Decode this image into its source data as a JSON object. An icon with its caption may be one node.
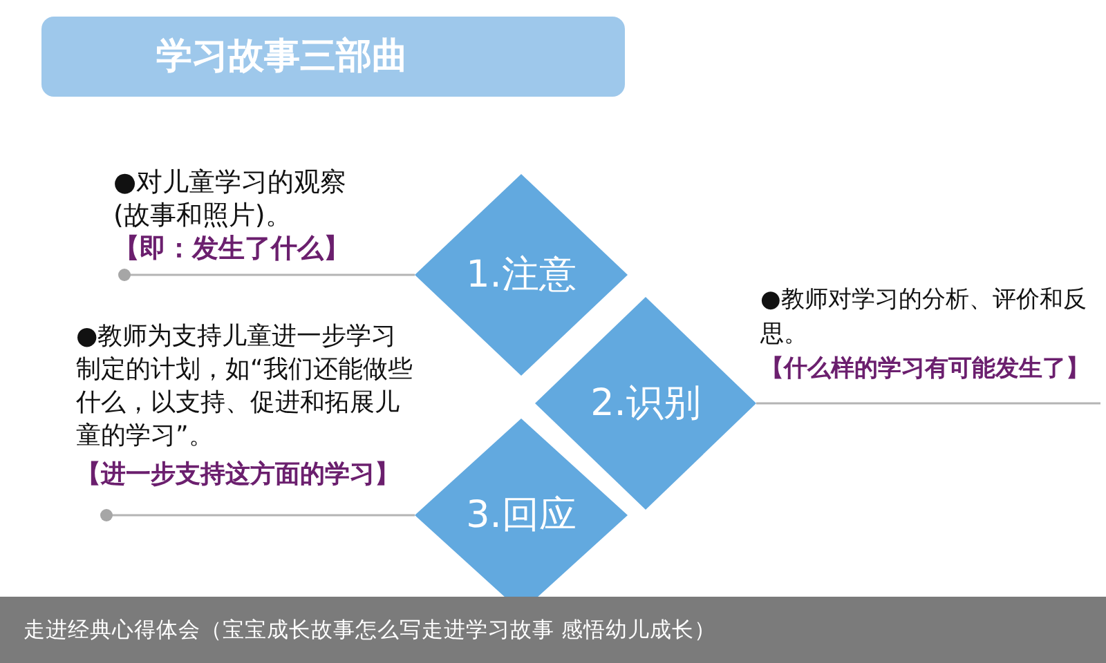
{
  "diagram": {
    "title": "学习故事三部曲",
    "nodes": [
      {
        "text": [
          "●对儿童学习的观察(故事和照片)。",
          "【即：发生了什么】"
        ]
      },
      {
        "text": [
          "1.注意"
        ]
      },
      {
        "text": [
          "●教师对学习的分析、评价和反思。",
          "【什么样的学习有可能发生了】"
        ]
      },
      {
        "text": [
          "2.识别"
        ]
      },
      {
        "text": [
          "●教师为支持儿童进一步学习制定的计划，如“我们还能做些什么，以支持、促进和拓展儿童的学习”。",
          "【进一步支持这方面的学习】"
        ]
      },
      {
        "text": [
          "3.回应"
        ]
      }
    ],
    "edges": [
      {
        "from": 0,
        "to": 1,
        "arrow": "other"
      },
      {
        "from": 2,
        "to": 3,
        "arrow": "none"
      },
      {
        "from": 4,
        "to": 5,
        "arrow": "other"
      }
    ],
    "caption": "走进经典心得体会（宝宝成长故事怎么写走进学习故事 感悟幼儿成长）"
  }
}
